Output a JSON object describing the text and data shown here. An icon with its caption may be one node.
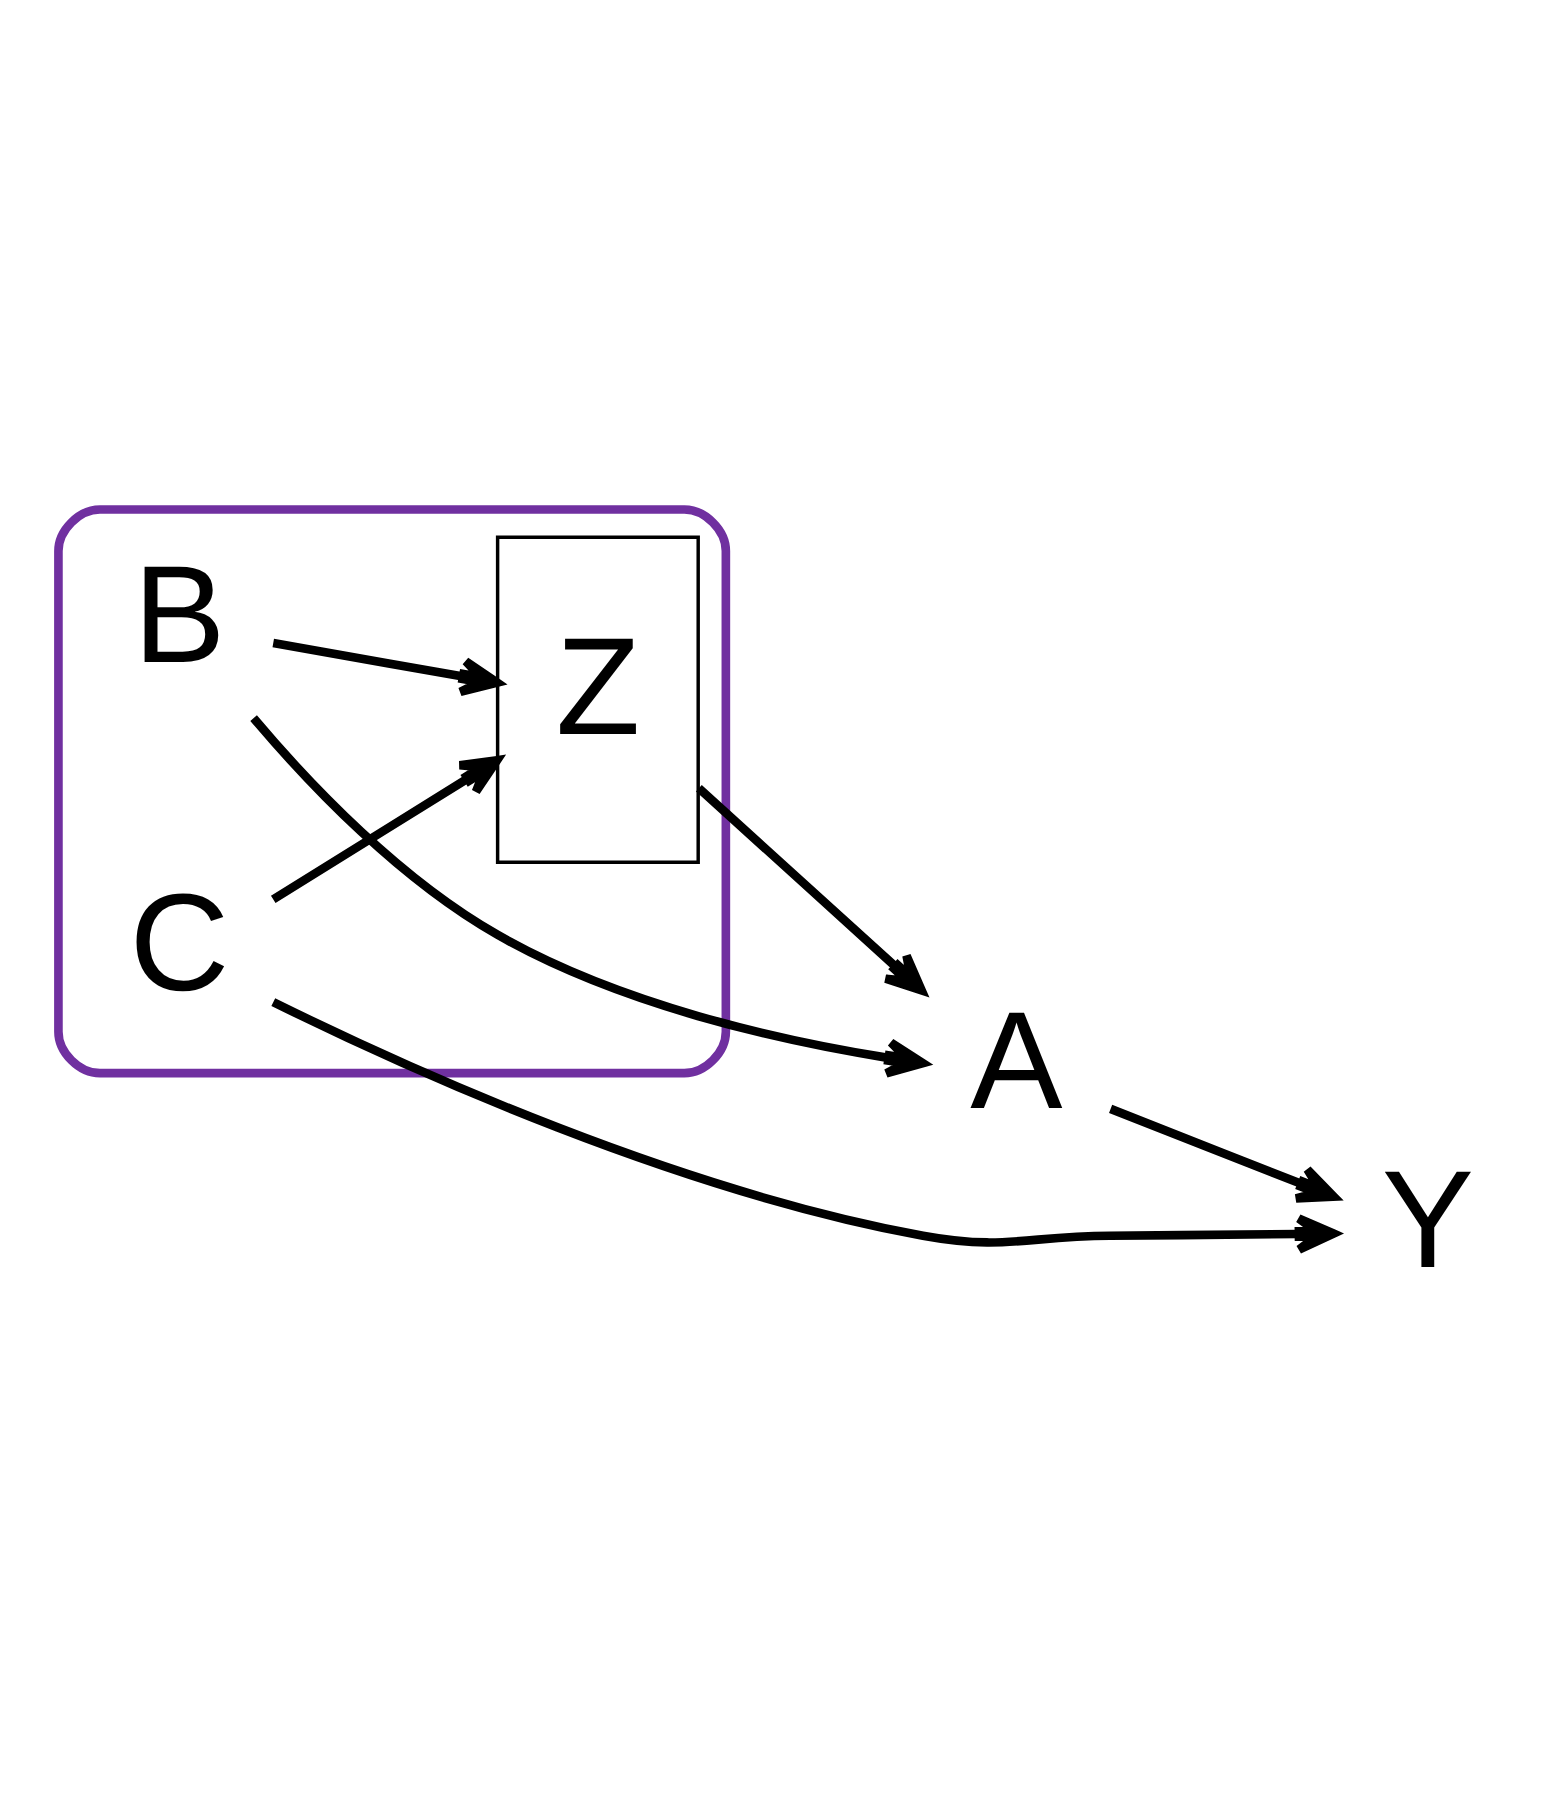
{
  "diagram": {
    "nodes": [
      {
        "text": [],
        "shape": "cloud"
      },
      {
        "text": [
          "C"
        ],
        "in": 0
      },
      {
        "text": [
          "Z"
        ],
        "in": 0
      },
      {
        "text": [
          "A"
        ]
      },
      {
        "text": [
          "Y"
        ]
      },
      {
        "text": [
          "B"
        ],
        "in": 0
      }
    ],
    "edges": [
      {
        "from": 1,
        "to": 2,
        "arrow": "to"
      },
      {
        "from": 1,
        "to": 4,
        "arrow": "to"
      },
      {
        "from": 2,
        "to": 3,
        "arrow": "to"
      },
      {
        "from": 3,
        "to": 4,
        "arrow": "to"
      },
      {
        "from": 5,
        "to": 2,
        "arrow": "to"
      },
      {
        "from": 5,
        "to": 3,
        "arrow": "to"
      }
    ]
  }
}
